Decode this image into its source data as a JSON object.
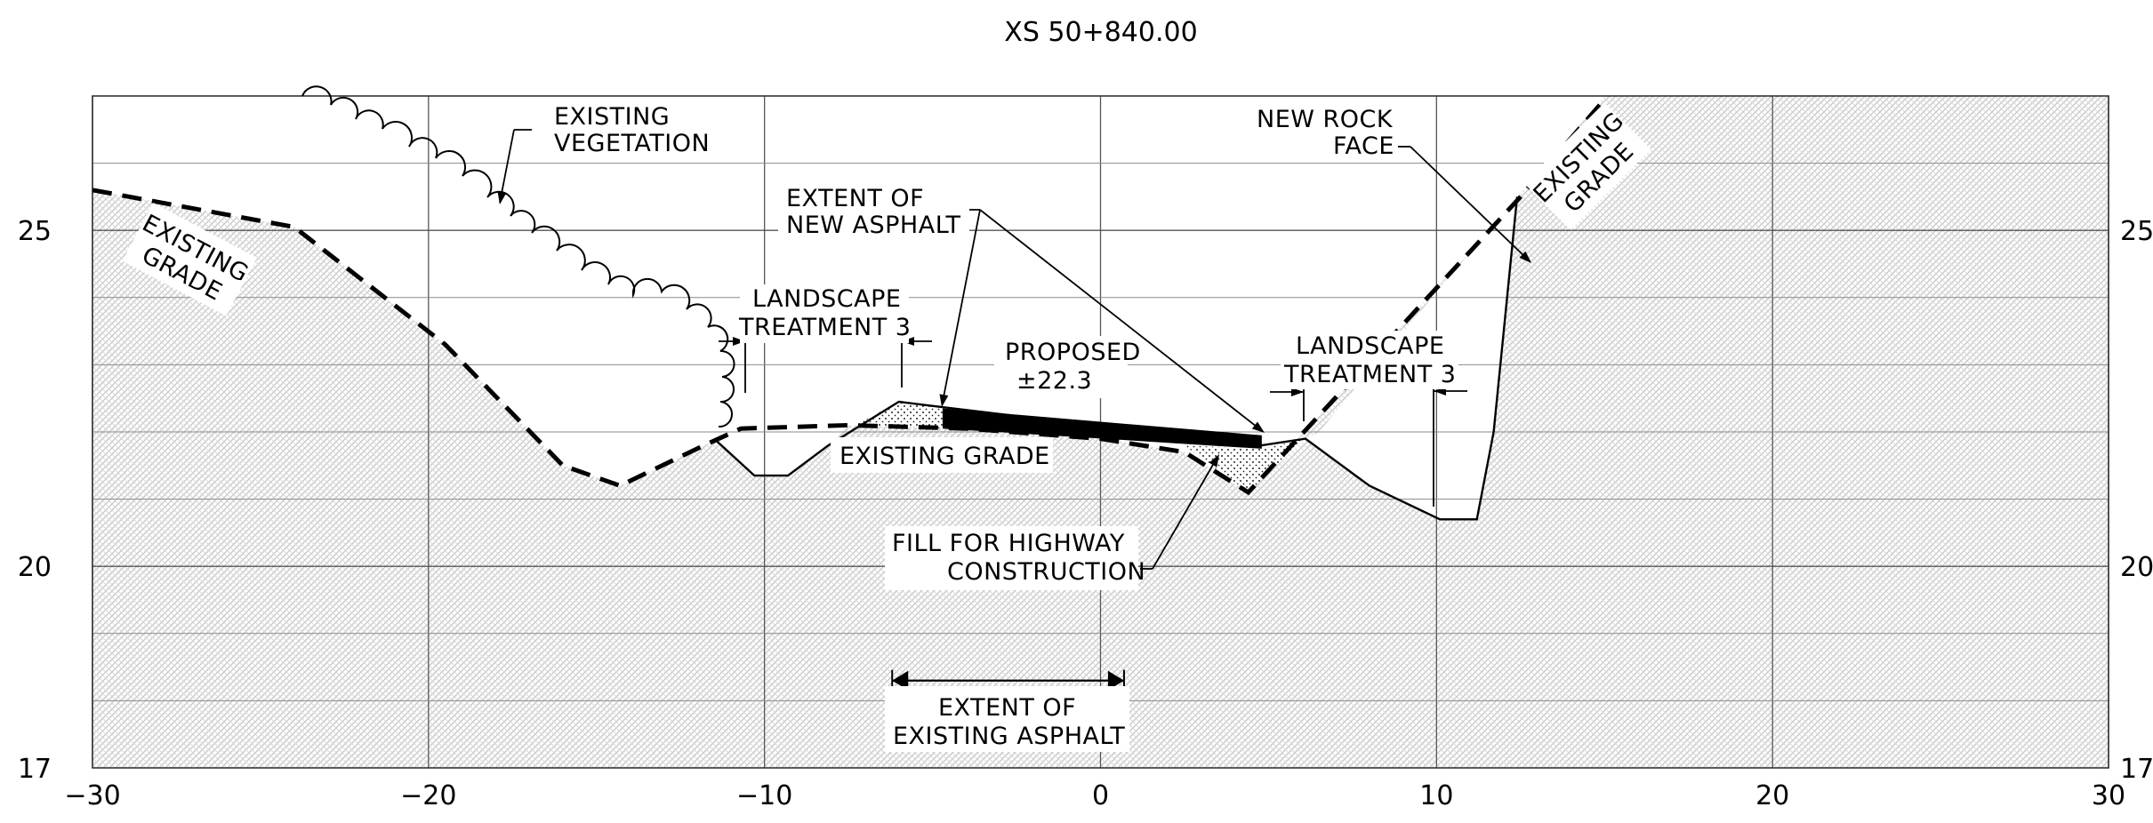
{
  "title": "XS 50+840.00",
  "chart_data": {
    "type": "cross-section",
    "title": "XS 50+840.00",
    "xlim": [
      -30,
      30
    ],
    "ylim": [
      17,
      27
    ],
    "x_ticks": [
      "−30",
      "−20",
      "−10",
      "0",
      "10",
      "20",
      "30"
    ],
    "y_ticks_left": [
      "17",
      "20",
      "25"
    ],
    "y_ticks_right": [
      "17",
      "20",
      "25"
    ],
    "existing_grade": {
      "x": [
        -30,
        -24,
        -19.5,
        -16,
        -14.3,
        -11.8,
        -10.7,
        -7.5,
        -4,
        0,
        2.5,
        4.4,
        12.5,
        15
      ],
      "y": [
        25.6,
        25.05,
        23.3,
        21.5,
        21.2,
        21.8,
        22.05,
        22.1,
        22.05,
        21.9,
        21.7,
        21.1,
        25.5,
        26.95
      ]
    },
    "proposed_grade": {
      "x": [
        -11.5,
        -10.3,
        -9.3,
        -8.1,
        -6,
        -5.2,
        4.8,
        6.1,
        8,
        10.1,
        11.2,
        11.7,
        12.4
      ],
      "y": [
        21.9,
        21.35,
        21.35,
        21.8,
        22.45,
        22.4,
        21.8,
        21.9,
        21.2,
        20.7,
        20.7,
        22,
        25.5
      ]
    },
    "new_asphalt": {
      "x": [
        -4.7,
        4.8
      ],
      "y_top": [
        22.35,
        21.95
      ],
      "y_bottom": [
        22.05,
        21.75
      ]
    },
    "existing_asphalt_extent": {
      "x": [
        -6.2,
        0.7
      ],
      "y": 18.3
    },
    "annotations": {
      "existing_vegetation": [
        "EXISTING",
        "VEGETATION"
      ],
      "existing_grade_left": [
        "EXISTING",
        "GRADE"
      ],
      "existing_grade_right": [
        "EXISTING",
        "GRADE"
      ],
      "existing_grade_mid": "EXISTING GRADE",
      "extent_new_asphalt": [
        "EXTENT  OF",
        "NEW  ASPHALT"
      ],
      "landscape_left": [
        "LANDSCAPE",
        "TREATMENT  3"
      ],
      "landscape_right": [
        "LANDSCAPE",
        "TREATMENT  3"
      ],
      "proposed": [
        "PROPOSED",
        "±22.3"
      ],
      "new_rock_face": [
        "NEW  ROCK",
        "FACE"
      ],
      "fill": [
        "FILL  FOR  HIGHWAY",
        "CONSTRUCTION"
      ],
      "extent_existing_asphalt": [
        "EXTENT  OF",
        "EXISTING  ASPHALT"
      ]
    }
  }
}
